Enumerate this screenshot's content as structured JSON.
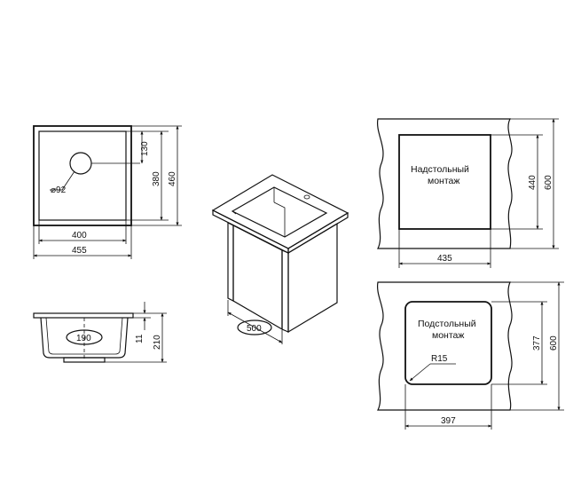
{
  "top_view": {
    "hole_diameter": "⌀92",
    "dim_130": "130",
    "dim_380": "380",
    "dim_460": "460",
    "dim_400": "400",
    "dim_455": "455"
  },
  "side_view": {
    "dim_190": "190",
    "dim_11": "11",
    "dim_210": "210"
  },
  "iso_view": {
    "dim_500": "500"
  },
  "overmount": {
    "label_line1": "Надстольный",
    "label_line2": "монтаж",
    "dim_440": "440",
    "dim_600": "600",
    "dim_435": "435"
  },
  "undermount": {
    "label_line1": "Подстольный",
    "label_line2": "монтаж",
    "radius": "R15",
    "dim_377": "377",
    "dim_600": "600",
    "dim_397": "397"
  }
}
